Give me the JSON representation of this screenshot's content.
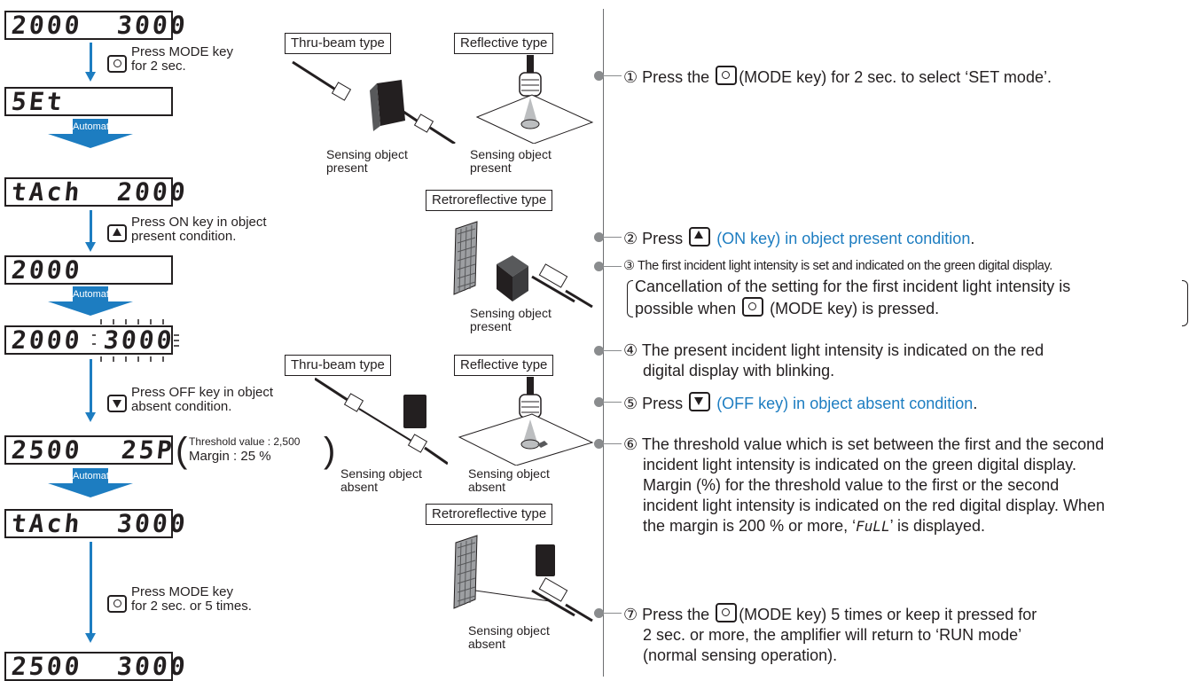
{
  "displays": {
    "d1": "2000  3000",
    "d2": "5Et",
    "d3": "tAch  2000",
    "d4": "2000",
    "d5a": "2000",
    "d5b": "3000",
    "d6a": "2500",
    "d6b": "25P",
    "d7": "tAch  3000",
    "d8": "2500  3000"
  },
  "flow": {
    "k1_label1": "Press MODE key",
    "k1_label2": "for 2 sec.",
    "auto": "Automatic",
    "k2_label1": "Press ON key in object",
    "k2_label2": "present condition.",
    "k3_label1": "Press OFF key in object",
    "k3_label2": "absent condition.",
    "threshold": "Threshold value : 2,500",
    "margin": "Margin : 25 %",
    "k4_label1": "Press MODE key",
    "k4_label2": "for 2 sec. or 5 times."
  },
  "sensors": {
    "thru": "Thru-beam type",
    "reflective": "Reflective type",
    "retro": "Retroreflective type",
    "present1": "Sensing object",
    "present2": "present",
    "absent1": "Sensing object",
    "absent2": "absent"
  },
  "steps": {
    "s1_pre": "① Press the",
    "s1_post": "(MODE key) for 2 sec. to select ‘SET mode’.",
    "s2_pre": "② Press",
    "s2_post": "(ON key) in object present condition",
    "s3": "③ The first incident light intensity is set and indicated on the green digital display.",
    "s3_note1": "Cancellation of the setting for the first incident light intensity is",
    "s3_note2_pre": "possible when",
    "s3_note2_post": "(MODE key) is pressed.",
    "s4_l1": "④ The present incident light intensity is indicated on the red",
    "s4_l2": "digital display with blinking.",
    "s5_pre": "⑤ Press",
    "s5_post": "(OFF key) in object absent condition",
    "s6_l1": "⑥ The threshold value which is set between the first and the second",
    "s6_l2": "incident light intensity is indicated on the green digital display.",
    "s6_l3": "Margin (%) for the threshold value to the first or the second",
    "s6_l4": "incident light intensity is indicated on the red digital display. When",
    "s6_l5_pre": "the margin is 200 % or more, ‘",
    "s6_full": "FuLL",
    "s6_l5_post": "’ is displayed.",
    "s7_pre": "⑦ Press the",
    "s7_post": "(MODE key) 5 times or keep it pressed for",
    "s7_l2": "2 sec. or more, the amplifier will return to ‘RUN mode’",
    "s7_l3": "(normal sensing operation).",
    "period": "."
  },
  "colors": {
    "accent": "#1d7dc1",
    "text": "#231f20"
  }
}
